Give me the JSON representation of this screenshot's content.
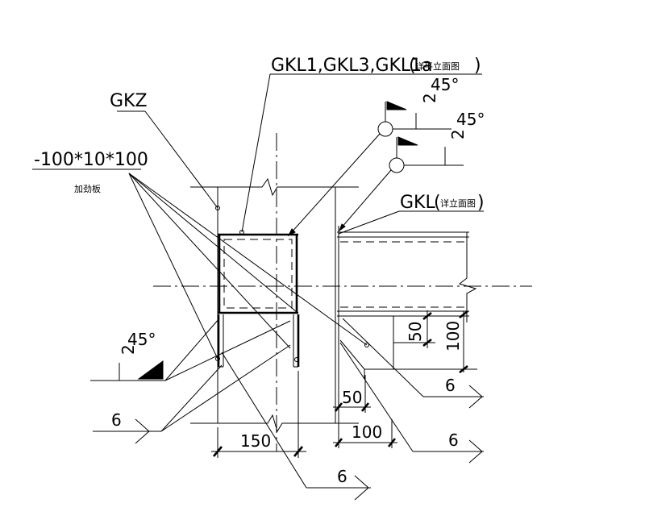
{
  "labels": {
    "gkz": "GKZ",
    "gkl_group": "GKL1,GKL3,GKL1a",
    "gkl_group_note": "详平立面图",
    "plate": "-100*10*100",
    "plate_note": "加劲板",
    "gkl": "GKL",
    "gkl_note": "详立面图"
  },
  "weld_symbols": {
    "top_1": {
      "number": "2",
      "angle": "45°"
    },
    "top_2": {
      "number": "2",
      "angle": "45°"
    },
    "left": {
      "number": "2",
      "angle": "45°"
    },
    "fillet_left": "6",
    "fillet_bottom": "6",
    "fillet_right_upper": "6",
    "fillet_right_lower": "6"
  },
  "dimensions": {
    "d150": "150",
    "d50_horiz": "50",
    "d100_horiz": "100",
    "d50_vert": "50",
    "d100_vert": "100"
  }
}
